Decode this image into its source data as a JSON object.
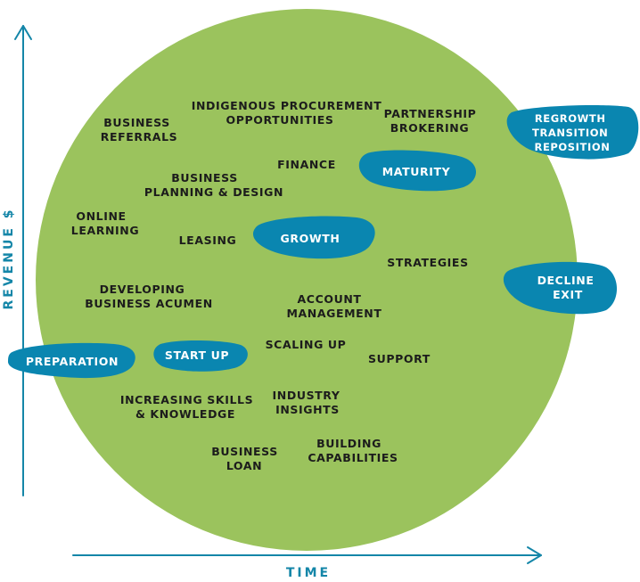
{
  "colors": {
    "circle": "#9bc35d",
    "blob": "#0a86b0",
    "axis": "#1486a8",
    "text": "#1c1c1c",
    "stage_text": "#ffffff"
  },
  "axes": {
    "y_label": "REVENUE $",
    "x_label": "TIME"
  },
  "stages": {
    "preparation": [
      "PREPARATION"
    ],
    "start_up": [
      "START UP"
    ],
    "growth": [
      "GROWTH"
    ],
    "maturity": [
      "MATURITY"
    ],
    "decline_exit": [
      "DECLINE",
      "EXIT"
    ],
    "regrowth": [
      "REGROWTH",
      "TRANSITION",
      "REPOSITION"
    ]
  },
  "labels": {
    "business_referrals": [
      "BUSINESS",
      "REFERRALS"
    ],
    "indigenous_procurement": [
      "INDIGENOUS PROCUREMENT",
      "OPPORTUNITIES"
    ],
    "partnership_brokering": [
      "PARTNERSHIP",
      "BROKERING"
    ],
    "finance": [
      "FINANCE"
    ],
    "business_planning": [
      "BUSINESS",
      "PLANNING & DESIGN"
    ],
    "online_learning": [
      "ONLINE",
      "LEARNING"
    ],
    "leasing": [
      "LEASING"
    ],
    "strategies": [
      "STRATEGIES"
    ],
    "developing_acumen": [
      "DEVELOPING",
      "BUSINESS ACUMEN"
    ],
    "account_management": [
      "ACCOUNT",
      "MANAGEMENT"
    ],
    "scaling_up": [
      "SCALING UP"
    ],
    "support": [
      "SUPPORT"
    ],
    "increasing_skills": [
      "INCREASING SKILLS",
      "& KNOWLEDGE"
    ],
    "industry_insights": [
      "INDUSTRY",
      "INSIGHTS"
    ],
    "business_loan": [
      "BUSINESS",
      "LOAN"
    ],
    "building_capabilities": [
      "BUILDING",
      "CAPABILITIES"
    ]
  }
}
